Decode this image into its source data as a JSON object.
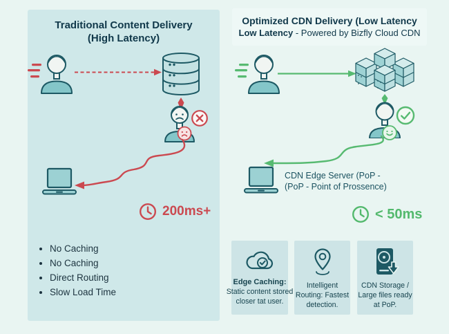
{
  "left_panel": {
    "title_line1": "Traditional Content Delivery",
    "title_line2": "(High Latency)",
    "latency": "200ms+",
    "bullets": [
      "No Caching",
      "No Caching",
      "Direct Routing",
      "Slow Load Time"
    ]
  },
  "right_panel": {
    "title_line1": "Optimized CDN Delivery (Low Latency",
    "title_line2_bold": "Low Latency",
    "title_line2_rest": " - Powered by Bizfly Cloud CDN",
    "edge_server_caption_line1": "CDN Edge Server (PoP -",
    "edge_server_caption_line2": "(PoP - Point of Prossence)",
    "latency": "< 50ms",
    "cards": [
      {
        "icon": "cloud-check-icon",
        "title": "Edge Caching:",
        "lines": [
          "Static content stored",
          "closer tat user."
        ]
      },
      {
        "icon": "location-pin-icon",
        "title": "",
        "lines": [
          "Intelligent",
          "Routing: Fastest",
          "detection."
        ]
      },
      {
        "icon": "cdn-storage-download-icon",
        "title": "",
        "lines": [
          "CDN Storage /",
          "Large files ready",
          "at PoP."
        ]
      }
    ]
  },
  "icons": {
    "user-icon": "person bust shape",
    "origin-server-icon": "database cylinder stack",
    "cdn-cluster-icon": "isometric server cubes",
    "laptop-icon": "laptop shape",
    "clock-icon": "clock outline",
    "x-circle-icon": "circled X",
    "check-circle-icon": "circled check",
    "sad-face-icon": "frowning face badge",
    "smile-face-icon": "smiling face badge",
    "cloud-check-icon": "cloud with check",
    "location-pin-icon": "map pin",
    "cdn-storage-download-icon": "drive with download arrow"
  },
  "colors": {
    "accent_red": "#cb4950",
    "accent_green": "#57ba71",
    "ink": "#10384a",
    "icon_stroke": "#1d5964",
    "panel_bg": "#cfe8e9",
    "card_bg": "#cde4e6"
  }
}
